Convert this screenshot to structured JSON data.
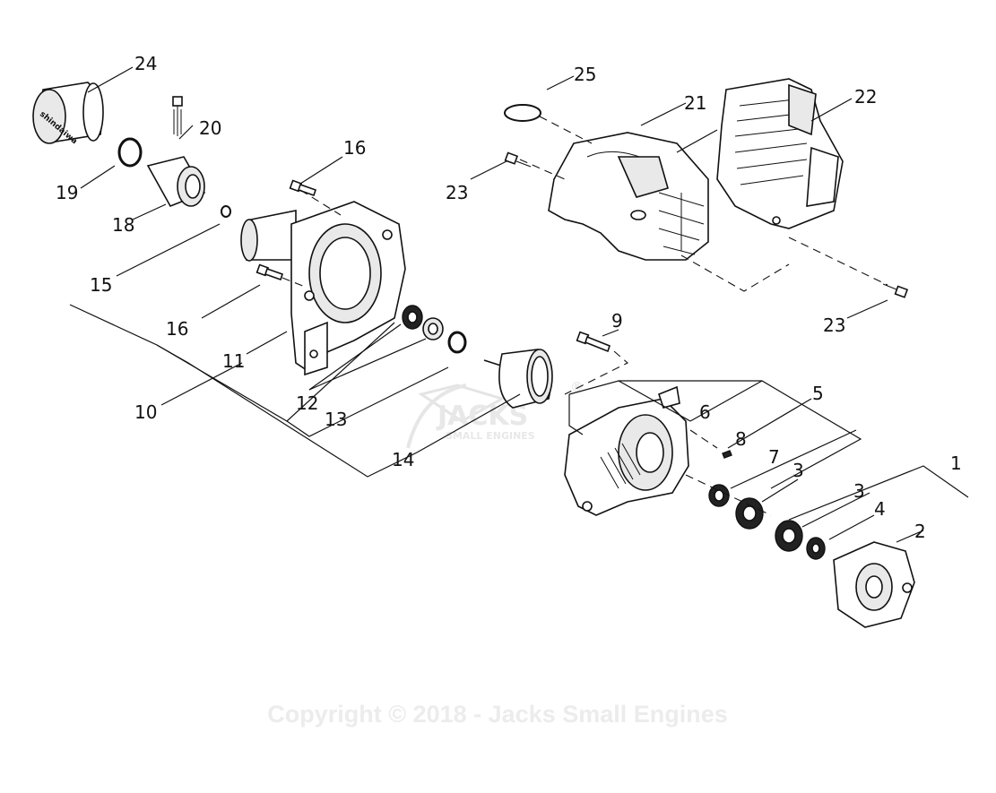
{
  "callouts": [
    "1",
    "2",
    "3",
    "3",
    "4",
    "5",
    "6",
    "7",
    "8",
    "9",
    "10",
    "11",
    "12",
    "13",
    "14",
    "15",
    "16",
    "16",
    "18",
    "19",
    "20",
    "21",
    "22",
    "23",
    "23",
    "24",
    "25"
  ],
  "watermark": {
    "logo_letters": "JACKS",
    "logo_sub": "SMALL ENGINES",
    "registered_mark": "®",
    "copyright": "Copyright © 2018 - Jacks Small Engines"
  },
  "part_24": {
    "brand_text": "shindaiwa"
  }
}
